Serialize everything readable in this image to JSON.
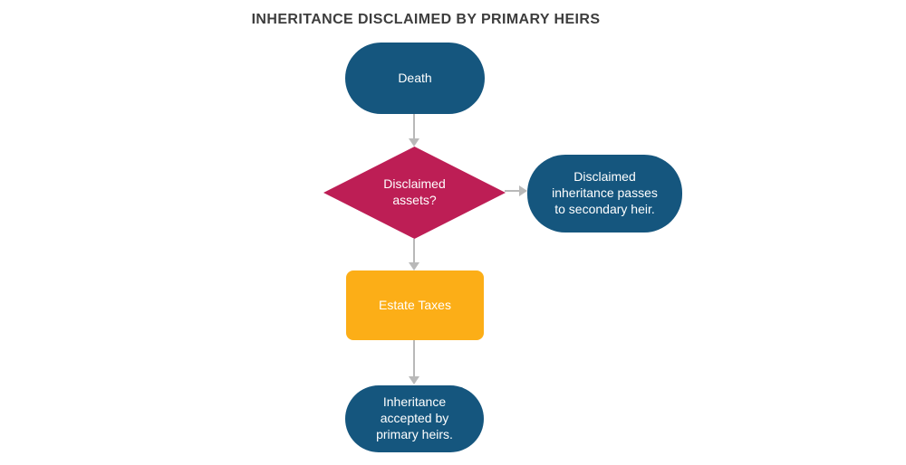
{
  "title": "INHERITANCE DISCLAIMED BY PRIMARY HEIRS",
  "diagram": {
    "nodes": [
      {
        "id": "death",
        "shape": "terminator",
        "label": "Death",
        "color": "#15567E"
      },
      {
        "id": "disclaimed-assets",
        "shape": "decision",
        "label": "Disclaimed assets?",
        "color": "#BD1E55"
      },
      {
        "id": "secondary-heir-outcome",
        "shape": "terminator",
        "label": "Disclaimed inheritance passes to secondary heir.",
        "color": "#15567E"
      },
      {
        "id": "estate-taxes",
        "shape": "process",
        "label": "Estate Taxes",
        "color": "#FCAE17"
      },
      {
        "id": "primary-heirs-outcome",
        "shape": "terminator",
        "label": "Inheritance accepted by primary heirs.",
        "color": "#15567E"
      }
    ],
    "edges": [
      {
        "from": "death",
        "to": "disclaimed-assets",
        "direction": "down"
      },
      {
        "from": "disclaimed-assets",
        "to": "secondary-heir-outcome",
        "direction": "right"
      },
      {
        "from": "disclaimed-assets",
        "to": "estate-taxes",
        "direction": "down"
      },
      {
        "from": "estate-taxes",
        "to": "primary-heirs-outcome",
        "direction": "down"
      }
    ]
  },
  "colors": {
    "background": "#FFFFFF",
    "title_text": "#3D3D3D",
    "node_text": "#FFFFFF",
    "terminator_blue": "#15567E",
    "decision_red": "#BD1E55",
    "process_orange": "#FCAE17",
    "arrow_gray": "#B9B9B9"
  }
}
